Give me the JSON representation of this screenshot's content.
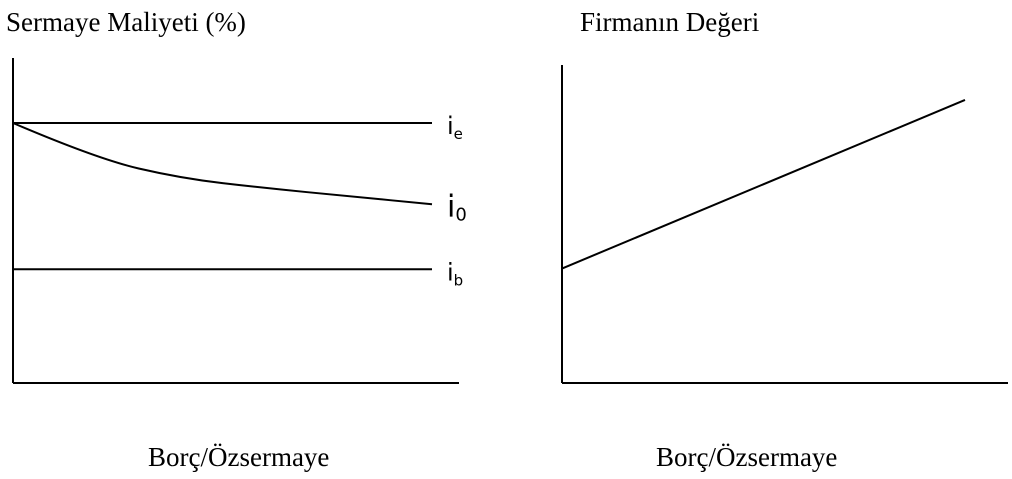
{
  "chart_data": [
    {
      "type": "line",
      "title": "Sermaye Maliyeti (%)",
      "xlabel": "Borç/Özsermaye",
      "ylabel": "",
      "grid": false,
      "legend": "none",
      "series": [
        {
          "name": "i",
          "subscript": "e",
          "shape": "flat",
          "x": [
            0,
            1
          ],
          "y": [
            0.8,
            0.8
          ]
        },
        {
          "name": "i",
          "subscript": "0",
          "shape": "decreasing-curve",
          "x": [
            0,
            0.2,
            0.4,
            0.6,
            0.8,
            1
          ],
          "y": [
            0.8,
            0.69,
            0.63,
            0.6,
            0.575,
            0.55
          ]
        },
        {
          "name": "i",
          "subscript": "b",
          "shape": "flat",
          "x": [
            0,
            1
          ],
          "y": [
            0.35,
            0.35
          ]
        }
      ]
    },
    {
      "type": "line",
      "title": "Firmanın Değeri",
      "xlabel": "Borç/Özsermaye",
      "ylabel": "",
      "grid": false,
      "legend": "none",
      "series": [
        {
          "shape": "increasing-line",
          "x": [
            0,
            1
          ],
          "y": [
            0.36,
            0.89
          ]
        }
      ]
    }
  ]
}
